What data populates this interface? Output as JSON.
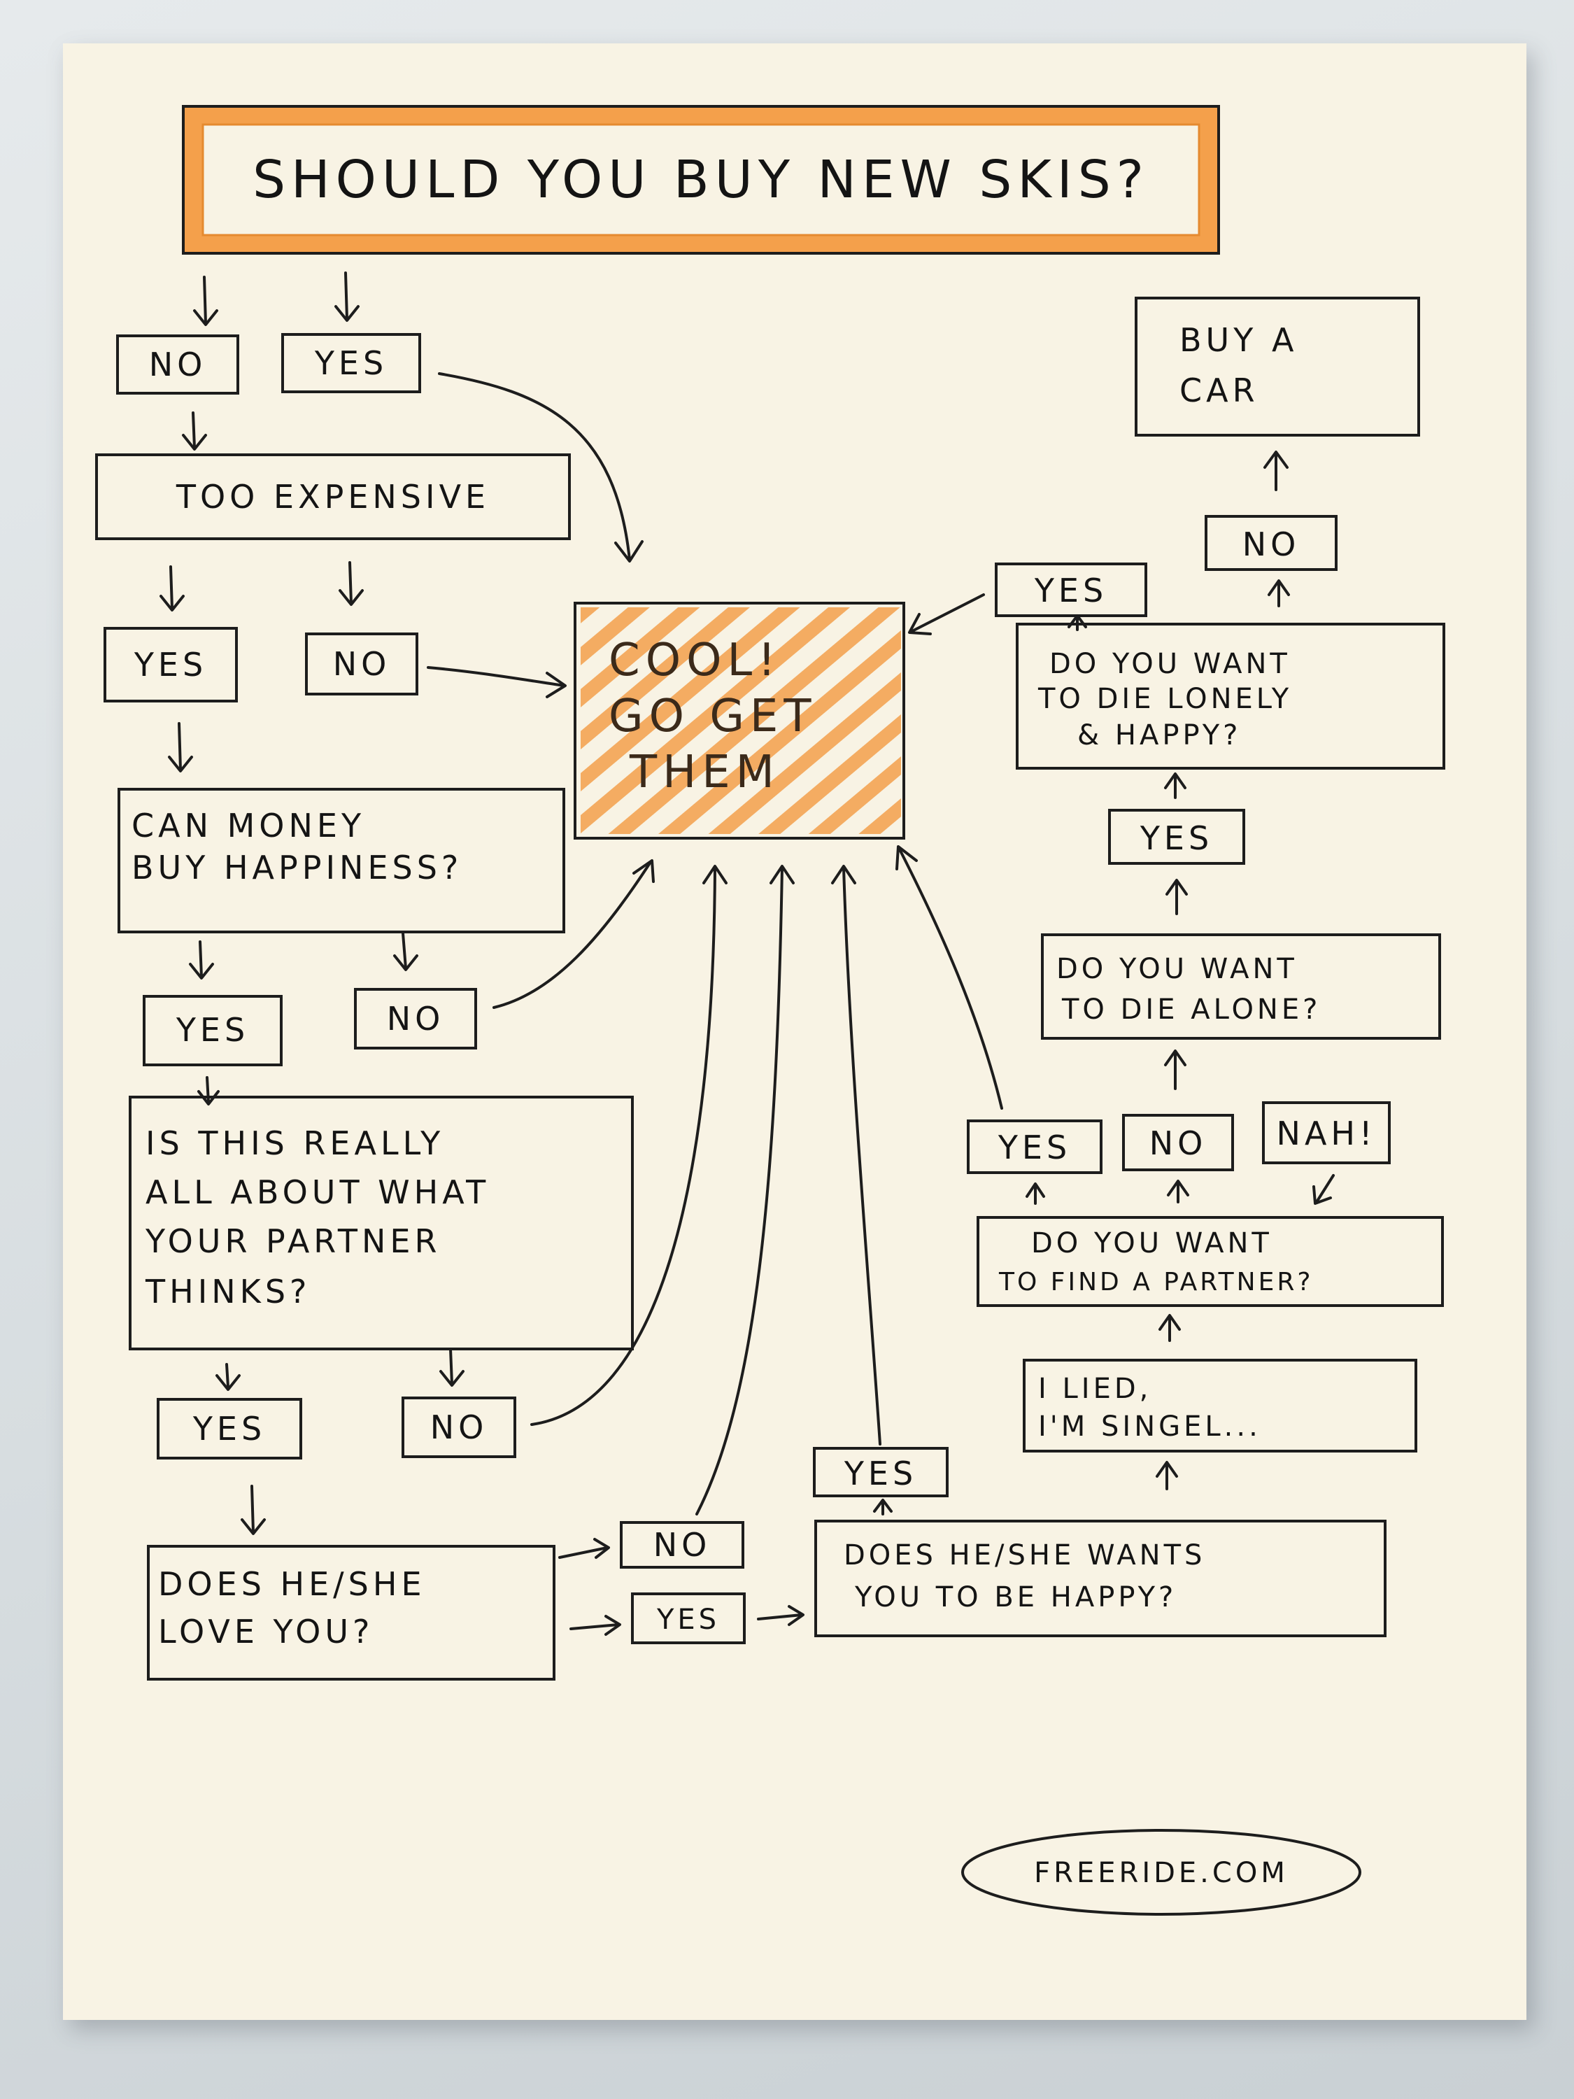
{
  "title": "SHOULD YOU BUY NEW SKIS?",
  "accent": "#f4a04b",
  "ink": "#1d1d1d",
  "nodes": {
    "start_no": "NO",
    "start_yes": "YES",
    "too_expensive": "TOO EXPENSIVE",
    "te_yes": "YES",
    "te_no": "NO",
    "money_line1": "CAN MONEY",
    "money_line2": "BUY HAPPINESS?",
    "money_yes": "YES",
    "money_no": "NO",
    "partner_line1": "IS THIS REALLY",
    "partner_line2": "ALL ABOUT WHAT",
    "partner_line3": "YOUR PARTNER",
    "partner_line4": "THINKS?",
    "partner_yes": "YES",
    "partner_no": "NO",
    "love_line1": "DOES HE/SHE",
    "love_line2": "LOVE YOU?",
    "love_no": "NO",
    "love_yes": "YES",
    "happy_line1": "DOES HE/SHE WANTS",
    "happy_line2": "YOU TO BE HAPPY?",
    "happy_yes": "YES",
    "cool_line1": "COOL!",
    "cool_line2": "GO GET",
    "cool_line3": "THEM",
    "lied_line1": "I LIED,",
    "lied_line2": "I'M SINGEL...",
    "find_line1": "DO YOU WANT",
    "find_line2": "TO FIND A PARTNER?",
    "find_yes": "YES",
    "find_no": "NO",
    "find_nah": "NAH!",
    "alone_line1": "DO YOU WANT",
    "alone_line2": "TO DIE ALONE?",
    "alone_yes": "YES",
    "lonely_line1": "DO YOU WANT",
    "lonely_line2": "TO DIE LONELY",
    "lonely_line3": "& HAPPY?",
    "lonely_yes": "YES",
    "lonely_no": "NO",
    "car_line1": "BUY A",
    "car_line2": "CAR"
  },
  "footer": "FREERIDE.COM"
}
